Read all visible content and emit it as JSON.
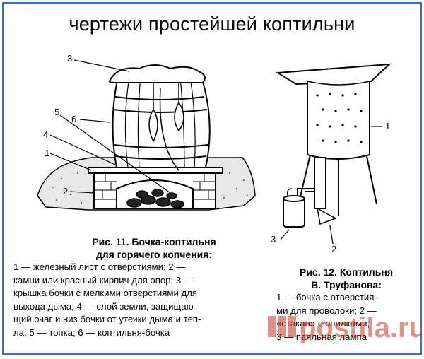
{
  "title": "чертежи простейшей коптильни",
  "figure_left": {
    "callouts": [
      "1",
      "2",
      "3",
      "4",
      "5",
      "6"
    ],
    "caption_title_line1": "Рис. 11. Бочка-коптильня",
    "caption_title_line2": "для горячего копчения:",
    "caption_lines": [
      "1 — железный лист с отверстиями; 2 —",
      "камни или красный кирпич для опор; 3 —",
      "крышка бочки с мелкими отверстиями для",
      "выхода дыма; 4 — слой земли, защищаю-",
      "щий очаг и низ бочки от утечки дыма и теп-",
      "ла; 5 — топка; 6 — коптильня-бочка"
    ]
  },
  "figure_right": {
    "callouts": [
      "1",
      "2",
      "3"
    ],
    "caption_title_line1": "Рис. 12. Коптильня",
    "caption_title_line2": "В. Труфанова:",
    "caption_lines": [
      "1 — бочка с отверстия-",
      "ми для проволоки; 2 —",
      "«стакан» с опилками;",
      "3 — паяльная лампа"
    ]
  },
  "watermark": {
    "text": "postila.ru",
    "color": "#c0392b"
  }
}
